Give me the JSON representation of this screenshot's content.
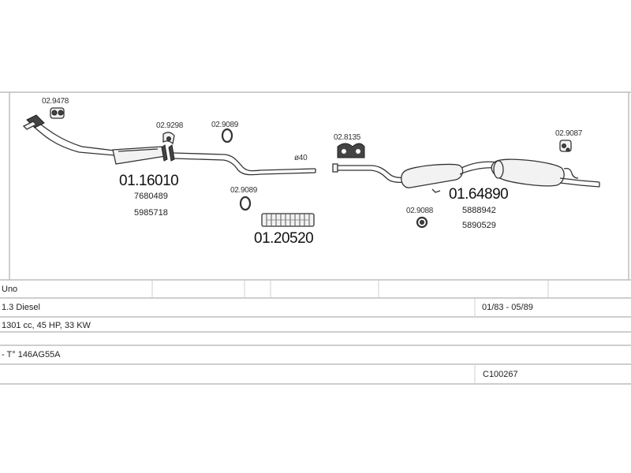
{
  "parts": {
    "hanger_top_left": "02.9478",
    "clamp_1": "02.9298",
    "ring_1": "02.9089",
    "ring_2": "02.9089",
    "diameter": "ø40",
    "mount_center": "02.8135",
    "hanger_right": "02.9087",
    "ring_3": "02.9088",
    "front_pipe": {
      "number": "01.16010",
      "refs": [
        "7680489",
        "5985718"
      ]
    },
    "flex_pipe": {
      "number": "01.20520"
    },
    "rear_silencer": {
      "number": "01.64890",
      "refs": [
        "5888942",
        "5890529"
      ]
    }
  },
  "table": {
    "model": "Uno",
    "engine": "1.3 Diesel",
    "years": "01/83 - 05/89",
    "specs": "1301 cc, 45 HP, 33 KW",
    "type_code": "- T° 146AG55A",
    "catalog_code": "C100267"
  }
}
